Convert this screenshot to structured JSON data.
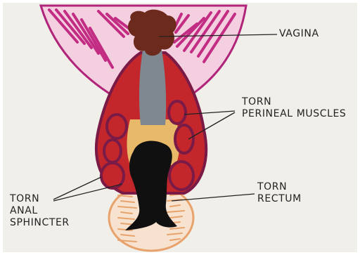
{
  "colors": {
    "paper": "#f1efea",
    "perineum_outline": "#b0247a",
    "perineum_hatch": "#c22d83",
    "vagina": "#6b2a1c",
    "torn_muscle": "#c3272b",
    "torn_muscle_outline": "#7a1a46",
    "vaginal_wall": "#7f8890",
    "fat_layer": "#e8b968",
    "rectum": "#101010",
    "sphincter_ring": "#e8a36c",
    "label_ink": "#222222"
  },
  "labels": {
    "vagina": "VAGINA",
    "perineal_muscles": {
      "line1": "TORN",
      "line2": "PERINEAL MUSCLES"
    },
    "anal_sphincter": {
      "line1": "TORN",
      "line2": "ANAL",
      "line3": "SPHINCTER"
    },
    "rectum": {
      "line1": "TORN",
      "line2": "RECTUM"
    }
  }
}
